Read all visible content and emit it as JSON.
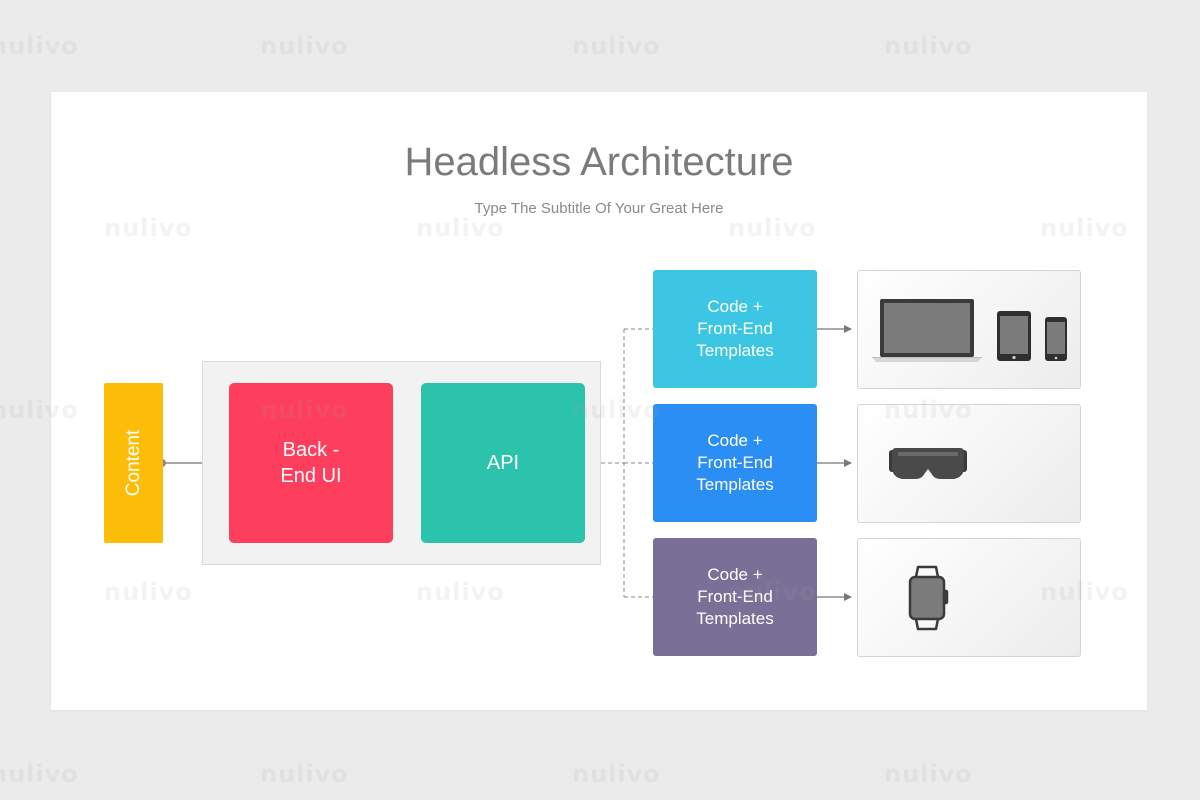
{
  "watermark": "nulivo",
  "slide": {
    "title": "Headless Architecture",
    "subtitle": "Type The Subtitle Of Your Great Here"
  },
  "diagram": {
    "content_label": "Content",
    "backend_label": "Back -\nEnd UI",
    "api_label": "API",
    "templates": [
      {
        "label": "Code +\nFront-End\nTemplates",
        "color": "#3cc6e3"
      },
      {
        "label": "Code +\nFront-End\nTemplates",
        "color": "#2b8ef5"
      },
      {
        "label": "Code +\nFront-End\nTemplates",
        "color": "#7a6f96"
      }
    ],
    "devices": [
      {
        "icons": [
          "laptop-icon",
          "tablet-icon",
          "phone-icon"
        ]
      },
      {
        "icons": [
          "vr-headset-icon"
        ]
      },
      {
        "icons": [
          "smartwatch-icon"
        ]
      }
    ]
  },
  "colors": {
    "content": "#fbbd07",
    "backend": "#fe3e5d",
    "api": "#2cc3ad",
    "container": "#f2f2f2",
    "connector": "#777777"
  }
}
